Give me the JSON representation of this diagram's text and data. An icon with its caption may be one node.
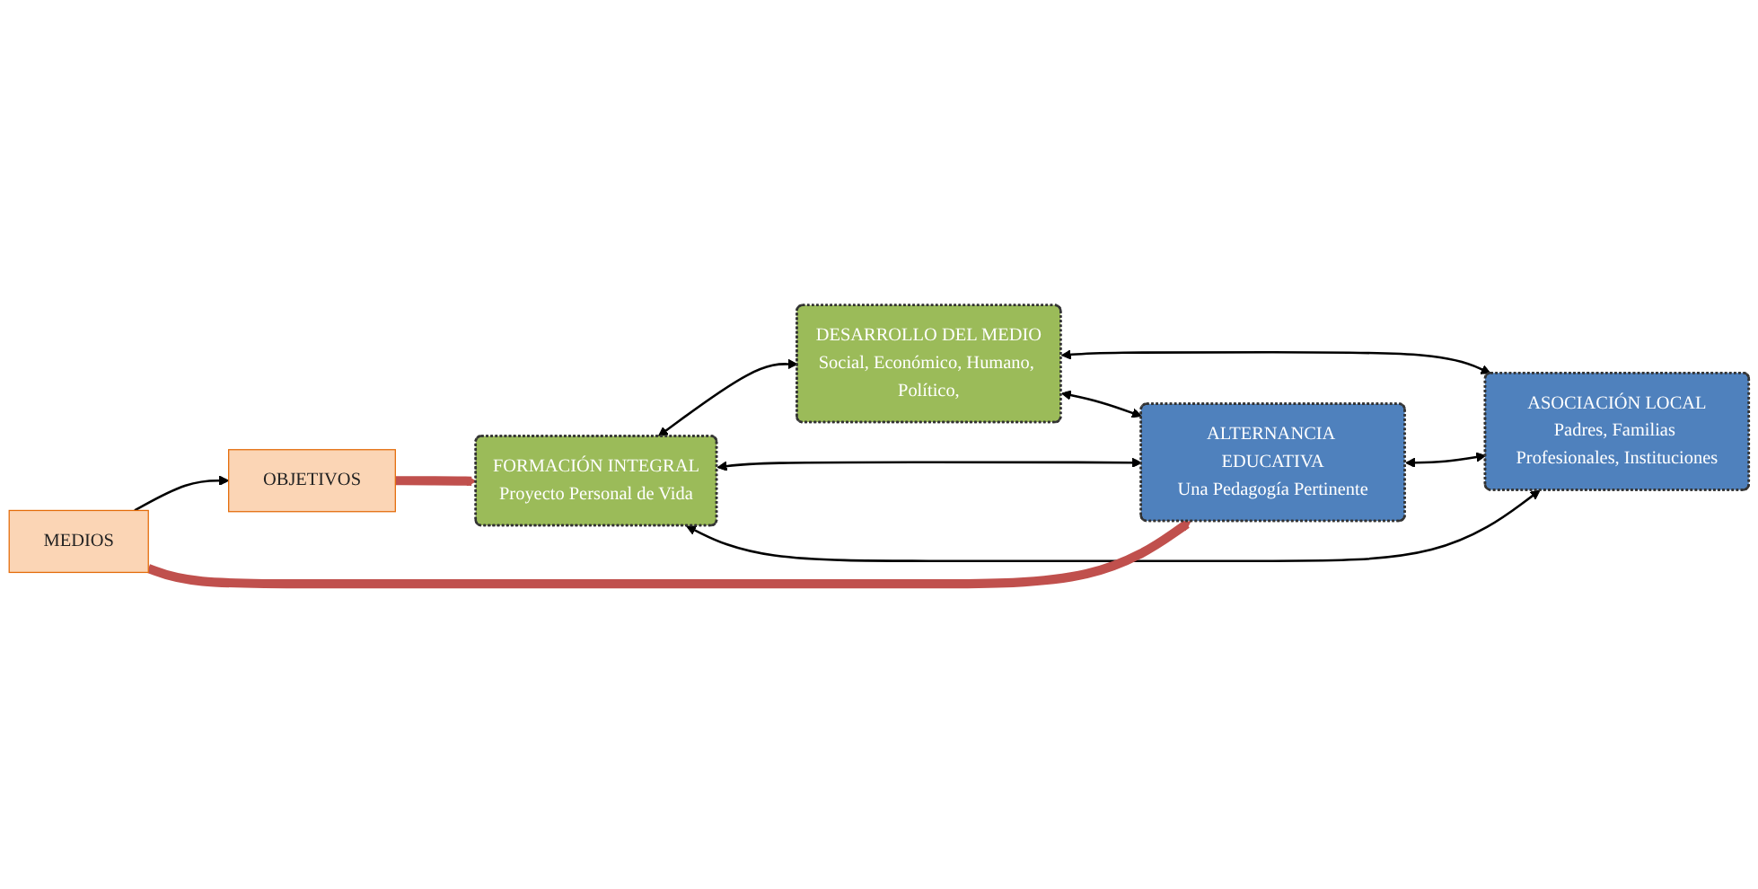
{
  "diagram": {
    "nodes": [
      {
        "text": [
          "OBJETIVOS"
        ]
      },
      {
        "text": [
          "FORMACIÓN INTEGRAL",
          "Proyecto Personal de Vida"
        ]
      },
      {
        "text": [
          "DESARROLLO DEL MEDIO",
          "Social, Económico, Humano, Político,"
        ]
      },
      {
        "text": [
          "MEDIOS"
        ]
      },
      {
        "text": [
          "ALTERNANCIA EDUCATIVA",
          "Una Pedagogía Pertinente"
        ]
      },
      {
        "text": [
          "ASOCIACIÓN LOCAL",
          "Padres, Familias Profesionales, Instituciones"
        ]
      }
    ],
    "edges": [
      {
        "from": 0,
        "to": 1,
        "arrow": "to",
        "style": "thick",
        "color": "#c0504d"
      },
      {
        "from": 1,
        "to": 2,
        "arrow": "both"
      },
      {
        "from": 3,
        "to": 0,
        "arrow": "to"
      },
      {
        "from": 1,
        "to": 4,
        "arrow": "both"
      },
      {
        "from": 2,
        "to": 5,
        "arrow": "both"
      },
      {
        "from": 1,
        "to": 5,
        "arrow": "both"
      },
      {
        "from": 2,
        "to": 4,
        "arrow": "both"
      },
      {
        "from": 3,
        "to": 4,
        "arrow": "to",
        "style": "thick",
        "color": "#c0504d"
      },
      {
        "from": 4,
        "to": 5,
        "arrow": "both"
      }
    ]
  }
}
